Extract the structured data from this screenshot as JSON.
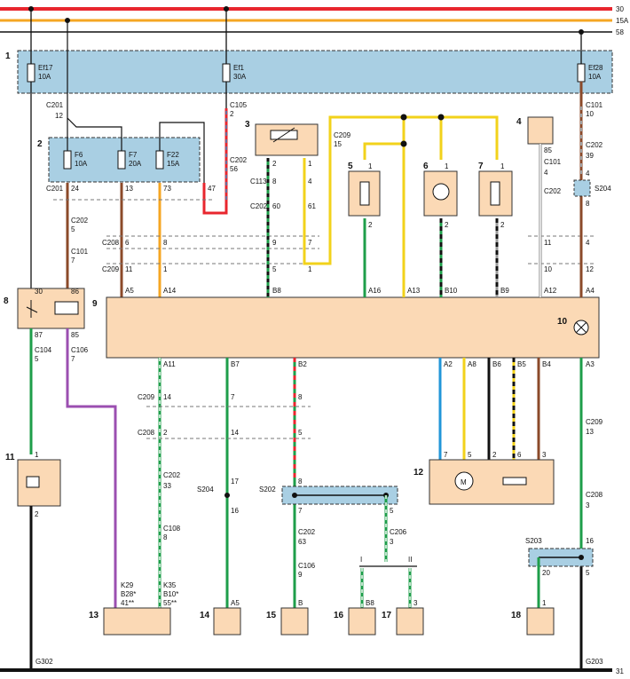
{
  "rails": {
    "r30": "30",
    "r15a": "15A",
    "r58": "58",
    "r31": "31"
  },
  "colors": {
    "red": "#e8262e",
    "orange": "#f5a623",
    "yellow": "#f2d21b",
    "green": "#1e9e4a",
    "brown": "#8b4a2a",
    "blue": "#2196d8",
    "violet": "#9b4fb0",
    "black": "#111111",
    "grey": "#9a9a9a",
    "box": "#fbd9b5",
    "fusebox": "#a9cfe3"
  },
  "fuses": {
    "ef17": [
      "Ef17",
      "10A"
    ],
    "ef1": [
      "Ef1",
      "30A"
    ],
    "ef28": [
      "Ef28",
      "10A"
    ],
    "f6": [
      "F6",
      "10A"
    ],
    "f7": [
      "F7",
      "20A"
    ],
    "f22": [
      "F22",
      "15A"
    ]
  },
  "components": {
    "n1": "1",
    "n2": "2",
    "n3": "3",
    "n4": "4",
    "n5": "5",
    "n6": "6",
    "n7": "7",
    "n8": "8",
    "n9": "9",
    "n10": "10",
    "n11": "11",
    "n12": "12",
    "n13": "13",
    "n14": "14",
    "n15": "15",
    "n16": "16",
    "n17": "17",
    "n18": "18"
  },
  "grounds": {
    "left": "G302",
    "right": "G203"
  },
  "splices": {
    "s202": "S202",
    "s203": "S203",
    "s204a": "S204",
    "s204b": "S204"
  },
  "roman": {
    "i": "I",
    "ii": "II"
  },
  "labels": [
    "C201",
    "12",
    "C201",
    "24",
    "13",
    "73",
    "47",
    "C105",
    "2",
    "C202",
    "56",
    "C202",
    "5",
    "C101",
    "7",
    "C208",
    "6",
    "C209",
    "11",
    "8",
    "1",
    "A5",
    "A14",
    "30",
    "86",
    "87",
    "85",
    "C104",
    "5",
    "C106",
    "7",
    "1",
    "2",
    "C209",
    "15",
    "2",
    "1",
    "C113",
    "8",
    "4",
    "C202",
    "60",
    "61",
    "9",
    "7",
    "5",
    "1",
    "B8",
    "1",
    "2",
    "A16",
    "A13",
    "1",
    "2",
    "B10",
    "1",
    "2",
    "B9",
    "C101",
    "10",
    "C202",
    "39",
    "85",
    "C101",
    "4",
    "C202",
    "4",
    "8",
    "11",
    "4",
    "10",
    "12",
    "A12",
    "A4",
    "A11",
    "B7",
    "B2",
    "A2",
    "A8",
    "B6",
    "B5",
    "B4",
    "A3",
    "C209",
    "14",
    "7",
    "8",
    "C208",
    "2",
    "14",
    "5",
    "C209",
    "13",
    "C208",
    "3",
    "C202",
    "33",
    "C108",
    "8",
    "17",
    "16",
    "8",
    "7",
    "5",
    "C202",
    "63",
    "C206",
    "3",
    "C106",
    "9",
    "7",
    "5",
    "2",
    "6",
    "3",
    "16",
    "5",
    "20",
    "K29",
    "B28*",
    "41**",
    "K35",
    "B10*",
    "55**",
    "A5",
    "B",
    "B8",
    "3",
    "1"
  ]
}
